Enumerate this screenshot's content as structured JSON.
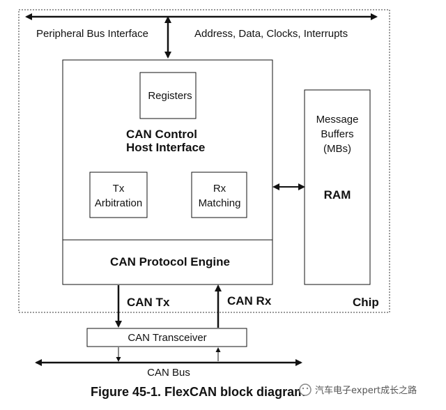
{
  "diagram": {
    "peripheral_bus_interface": "Peripheral Bus Interface",
    "bus_signals": "Address, Data, Clocks, Interrupts",
    "registers": "Registers",
    "host_interface_line1": "CAN Control",
    "host_interface_line2": "Host Interface",
    "tx_line1": "Tx",
    "tx_line2": "Arbitration",
    "rx_line1": "Rx",
    "rx_line2": "Matching",
    "mb_line1": "Message",
    "mb_line2": "Buffers",
    "mb_line3": "(MBs)",
    "ram": "RAM",
    "protocol_engine": "CAN Protocol Engine",
    "can_tx": "CAN Tx",
    "can_rx": "CAN Rx",
    "chip": "Chip",
    "transceiver": "CAN Transceiver",
    "can_bus": "CAN Bus",
    "caption": "Figure 45-1. FlexCAN block diagram",
    "watermark": "汽车电子expert成长之路"
  }
}
